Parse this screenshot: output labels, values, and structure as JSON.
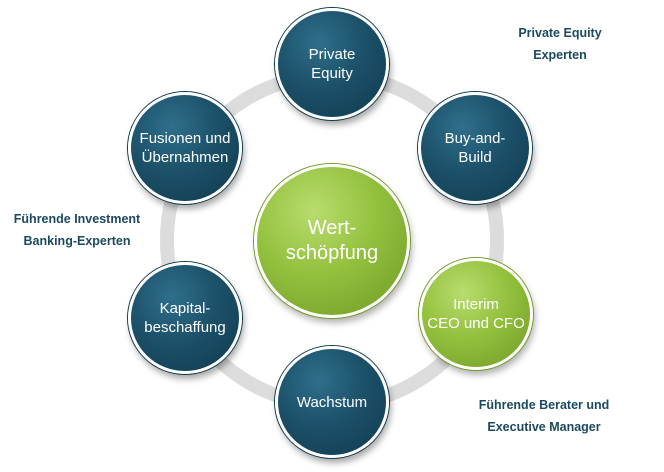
{
  "diagram": {
    "center": {
      "label": "Wert-\nschöpfung"
    },
    "nodes": [
      {
        "id": "private-equity",
        "label": "Private\nEquity"
      },
      {
        "id": "buy-and-build",
        "label": "Buy-and-\nBuild"
      },
      {
        "id": "interim",
        "label": "Interim\nCEO und CFO"
      },
      {
        "id": "wachstum",
        "label": "Wachstum"
      },
      {
        "id": "kapitalbeschaffung",
        "label": "Kapital-\nbeschaffung"
      },
      {
        "id": "fusionen",
        "label": "Fusionen und\nÜbernahmen"
      }
    ],
    "captions": {
      "top_right": {
        "line1": "Private Equity",
        "line2": "Experten"
      },
      "left": {
        "line1": "Führende Investment",
        "line2": "Banking-Experten"
      },
      "bottom_right": {
        "line1": "Führende Berater und",
        "line2": "Executive Manager"
      }
    },
    "colors": {
      "dark_node": "#1c5169",
      "green_node": "#93c13e",
      "ring": "#dcdcdc",
      "caption_text": "#1b4a60"
    }
  }
}
